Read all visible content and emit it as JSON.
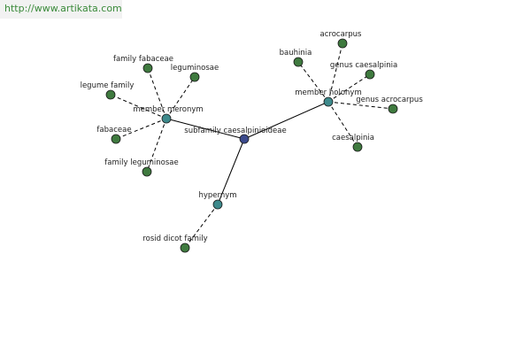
{
  "watermark": "http://www.artikata.com",
  "colors": {
    "center": "#3b4a8c",
    "relation": "#3e8a8c",
    "leaf": "#3f7a3f"
  },
  "nodes": [
    {
      "id": "center",
      "label": "subfamily caesalpinioideae",
      "kind": "center"
    },
    {
      "id": "meronym",
      "label": "member meronym",
      "kind": "relation"
    },
    {
      "id": "holonym",
      "label": "member holonym",
      "kind": "relation"
    },
    {
      "id": "hypernym",
      "label": "hypernym",
      "kind": "relation"
    },
    {
      "id": "fam-fabaceae",
      "label": "family fabaceae",
      "kind": "leaf"
    },
    {
      "id": "leguminosae",
      "label": "leguminosae",
      "kind": "leaf"
    },
    {
      "id": "legume-family",
      "label": "legume family",
      "kind": "leaf"
    },
    {
      "id": "fabaceae",
      "label": "fabaceae",
      "kind": "leaf"
    },
    {
      "id": "fam-leguminosae",
      "label": "family leguminosae",
      "kind": "leaf"
    },
    {
      "id": "acrocarpus",
      "label": "acrocarpus",
      "kind": "leaf"
    },
    {
      "id": "bauhinia",
      "label": "bauhinia",
      "kind": "leaf"
    },
    {
      "id": "genus-caesalpinia",
      "label": "genus caesalpinia",
      "kind": "leaf"
    },
    {
      "id": "genus-acrocarpus",
      "label": "genus acrocarpus",
      "kind": "leaf"
    },
    {
      "id": "caesalpinia",
      "label": "caesalpinia",
      "kind": "leaf"
    },
    {
      "id": "rosid",
      "label": "rosid dicot family",
      "kind": "leaf"
    }
  ],
  "edges": [
    {
      "from": "center",
      "to": "meronym",
      "style": "solid"
    },
    {
      "from": "center",
      "to": "holonym",
      "style": "solid"
    },
    {
      "from": "center",
      "to": "hypernym",
      "style": "solid"
    },
    {
      "from": "meronym",
      "to": "fam-fabaceae",
      "style": "dashed"
    },
    {
      "from": "meronym",
      "to": "leguminosae",
      "style": "dashed"
    },
    {
      "from": "meronym",
      "to": "legume-family",
      "style": "dashed"
    },
    {
      "from": "meronym",
      "to": "fabaceae",
      "style": "dashed"
    },
    {
      "from": "meronym",
      "to": "fam-leguminosae",
      "style": "dashed"
    },
    {
      "from": "holonym",
      "to": "acrocarpus",
      "style": "dashed"
    },
    {
      "from": "holonym",
      "to": "bauhinia",
      "style": "dashed"
    },
    {
      "from": "holonym",
      "to": "genus-caesalpinia",
      "style": "dashed"
    },
    {
      "from": "holonym",
      "to": "genus-acrocarpus",
      "style": "dashed"
    },
    {
      "from": "holonym",
      "to": "caesalpinia",
      "style": "dashed"
    },
    {
      "from": "hypernym",
      "to": "rosid",
      "style": "dashed"
    }
  ]
}
